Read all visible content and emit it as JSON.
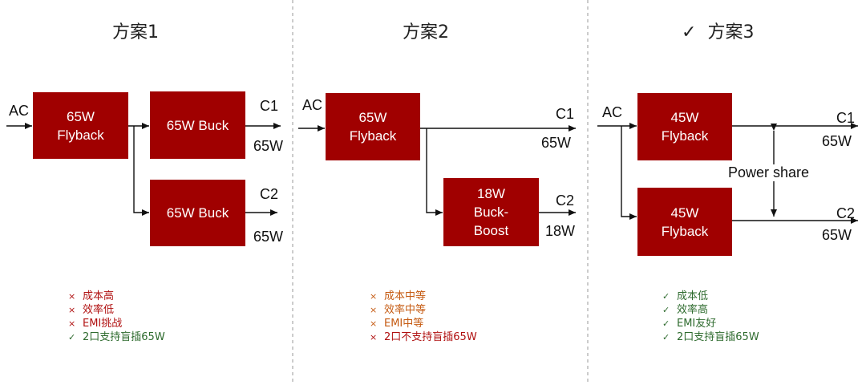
{
  "colors": {
    "box": "#a00000",
    "negative": "#b01010",
    "neutral": "#c55a11",
    "positive": "#2e6b2e"
  },
  "icons": {
    "check": "check-icon",
    "cross": "cross-icon"
  },
  "schemes": [
    {
      "title": "方案1",
      "selected": false,
      "ac": "AC",
      "boxes": [
        "65W\nFlyback",
        "65W Buck",
        "65W Buck"
      ],
      "outputs": [
        {
          "port": "C1",
          "power": "65W"
        },
        {
          "port": "C2",
          "power": "65W"
        }
      ],
      "notes": [
        {
          "mark": "×",
          "text": "成本高",
          "tone": "negative"
        },
        {
          "mark": "×",
          "text": "效率低",
          "tone": "negative"
        },
        {
          "mark": "×",
          "text": "EMI挑战",
          "tone": "negative"
        },
        {
          "mark": "✓",
          "text": "2口支持盲插65W",
          "tone": "positive"
        }
      ]
    },
    {
      "title": "方案2",
      "selected": false,
      "ac": "AC",
      "boxes": [
        "65W\nFlyback",
        "18W\nBuck-\nBoost"
      ],
      "outputs": [
        {
          "port": "C1",
          "power": "65W"
        },
        {
          "port": "C2",
          "power": "18W"
        }
      ],
      "notes": [
        {
          "mark": "×",
          "text": "成本中等",
          "tone": "neutral"
        },
        {
          "mark": "×",
          "text": "效率中等",
          "tone": "neutral"
        },
        {
          "mark": "×",
          "text": "EMI中等",
          "tone": "neutral"
        },
        {
          "mark": "×",
          "text": "2口不支持盲插65W",
          "tone": "negative"
        }
      ]
    },
    {
      "title": "方案3",
      "selected": true,
      "title_mark": "✓",
      "ac": "AC",
      "boxes": [
        "45W\nFlyback",
        "45W\nFlyback"
      ],
      "outputs": [
        {
          "port": "C1",
          "power": "65W"
        },
        {
          "port": "C2",
          "power": "65W"
        }
      ],
      "power_share": "Power share",
      "notes": [
        {
          "mark": "✓",
          "text": "成本低",
          "tone": "positive"
        },
        {
          "mark": "✓",
          "text": "效率高",
          "tone": "positive"
        },
        {
          "mark": "✓",
          "text": "EMI友好",
          "tone": "positive"
        },
        {
          "mark": "✓",
          "text": "2口支持盲插65W",
          "tone": "positive"
        }
      ]
    }
  ]
}
